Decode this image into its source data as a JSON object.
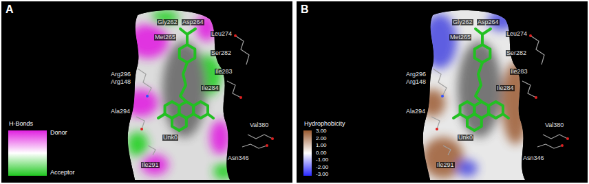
{
  "diagram": {
    "nodes": [
      {
        "text": [
          "A"
        ]
      },
      {
        "text": [
          "B"
        ]
      }
    ],
    "labels": [
      "Gly262",
      "Asp264",
      "Met265",
      "Leu274",
      "Ser282",
      "Ile283",
      "Ile284",
      "Arg296",
      "Arg148",
      "Ala294",
      "Unk0",
      "Ile291",
      "Val380",
      "Asn346",
      "H-Bonds",
      "Gly262",
      "Asp264",
      "Met265",
      "Leu274",
      "Ser282",
      "Ile283",
      "Ile284",
      "Arg296",
      "Arg148",
      "Ala294",
      "Unk0",
      "Ile291",
      "Val380",
      "Asn346",
      "Hydrophobicity",
      "3.00",
      "2.00",
      "1.00",
      "0.00",
      "-1.00",
      "-2.00",
      "-3.00"
    ],
    "legend": [
      {
        "text": "Donor",
        "color": "#e020e0"
      },
      {
        "text": "Acceptor",
        "color": "#20c820"
      }
    ]
  }
}
